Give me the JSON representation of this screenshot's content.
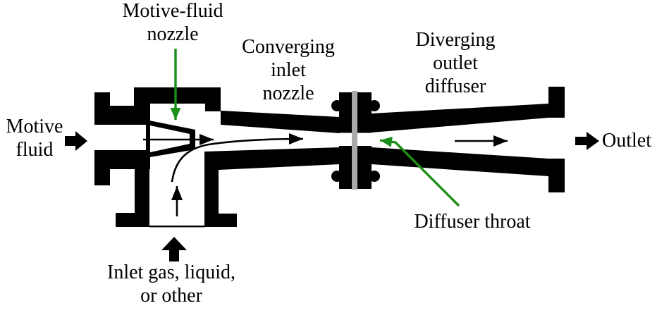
{
  "figure": {
    "type": "ejector-jet-pump-cross-section",
    "background": "white"
  },
  "colors": {
    "body_black": "#000000",
    "accent_green": "#1b8e1b",
    "gasket_gray": "#a9a9a9",
    "background": "#ffffff"
  },
  "labels": {
    "motive_nozzle": "Motive-fluid\nnozzle",
    "converging": "Converging\ninlet\nnozzle",
    "diverging": "Diverging\noutlet\ndiffuser",
    "motive_fluid": "Motive\nfluid",
    "outlet": "Outlet",
    "diffuser_throat": "Diffuser throat",
    "inlet": "Inlet gas, liquid,\nor other"
  }
}
